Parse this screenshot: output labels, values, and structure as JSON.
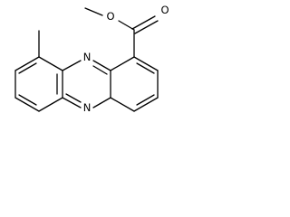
{
  "structure": {
    "atom_labels": {
      "ester_oxygen": "O",
      "carbonyl_oxygen": "O",
      "ring_nitrogen_top": "N",
      "ring_nitrogen_bottom": "N"
    }
  }
}
